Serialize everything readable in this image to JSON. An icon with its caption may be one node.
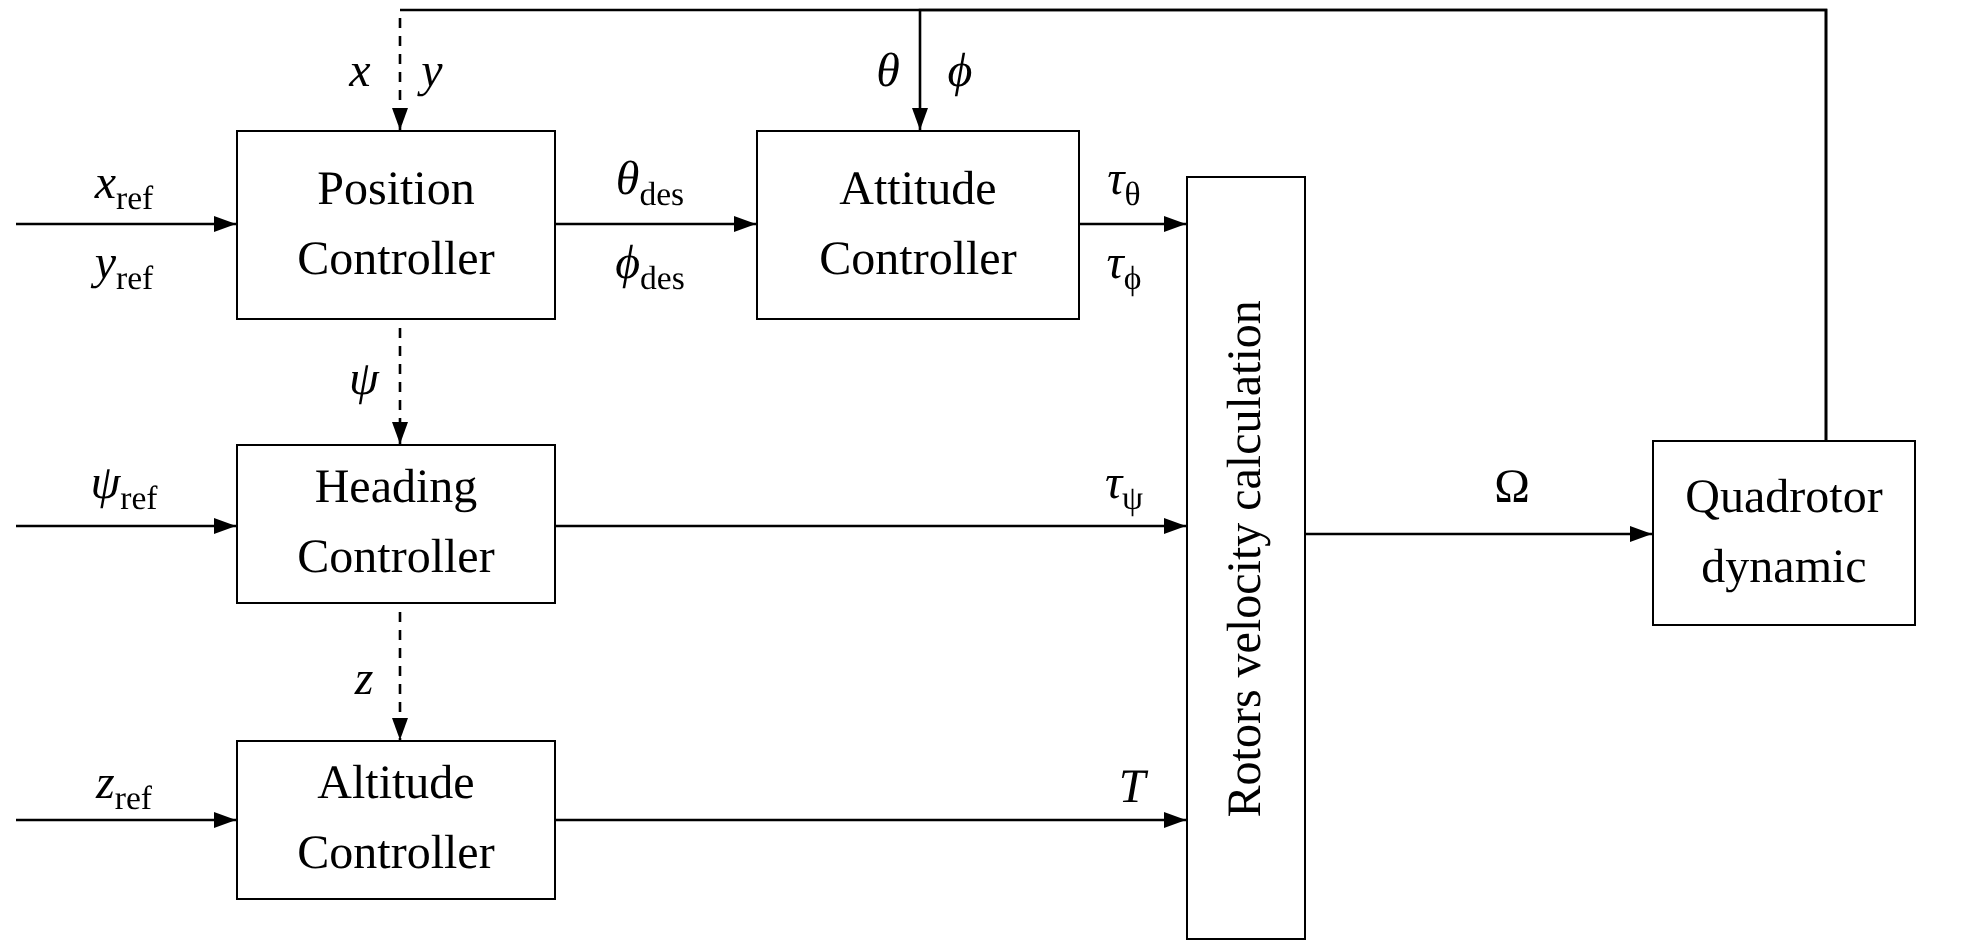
{
  "diagram": {
    "nodes": [
      {
        "text": [
          "Position Controller"
        ]
      },
      {
        "text": [
          "Attitude Controller"
        ]
      },
      {
        "text": [
          "Heading Controller"
        ]
      },
      {
        "text": [
          "Altitude Controller"
        ]
      },
      {
        "text": [
          "Rotors velocity calculation"
        ]
      },
      {
        "text": [
          "Quadrotor dynamic"
        ]
      }
    ],
    "edges": [
      {
        "from": null,
        "to": 0,
        "arrow": "to",
        "label": "*x*$_{ref}$"
      },
      {
        "from": 0,
        "to": 1,
        "arrow": "to",
        "label": "*θ*$_{des}$"
      },
      {
        "from": 1,
        "to": 4,
        "arrow": "to",
        "label": "*τ*$_{θ}$"
      },
      {
        "from": null,
        "to": 2,
        "arrow": "to",
        "label": "*ψ*$_{ref}$"
      },
      {
        "from": 2,
        "to": 4,
        "arrow": "to",
        "label": "*τ*$_{ψ}$"
      },
      {
        "from": null,
        "to": 3,
        "arrow": "to",
        "label": "*z*$_{ref}$"
      },
      {
        "from": 3,
        "to": 4,
        "arrow": "to",
        "label": "*T*"
      },
      {
        "from": 4,
        "to": 5,
        "arrow": "to",
        "label": "Ω"
      },
      {
        "from": 5,
        "to": 1,
        "arrow": "to",
        "label": "*θ*"
      },
      {
        "from": 5,
        "to": 0,
        "arrow": "to",
        "label": "*x*",
        "style": "dashed"
      },
      {
        "from": 0,
        "to": 2,
        "arrow": "to",
        "label": "*ψ*",
        "style": "dashed"
      },
      {
        "from": 2,
        "to": 3,
        "arrow": "to",
        "label": "*z*",
        "style": "dashed"
      }
    ],
    "labels": [
      "*y*",
      "*ϕ*",
      "*y*$_{ref}$",
      "*ϕ*$_{des}$",
      "*τ*$_{ϕ}$"
    ]
  }
}
